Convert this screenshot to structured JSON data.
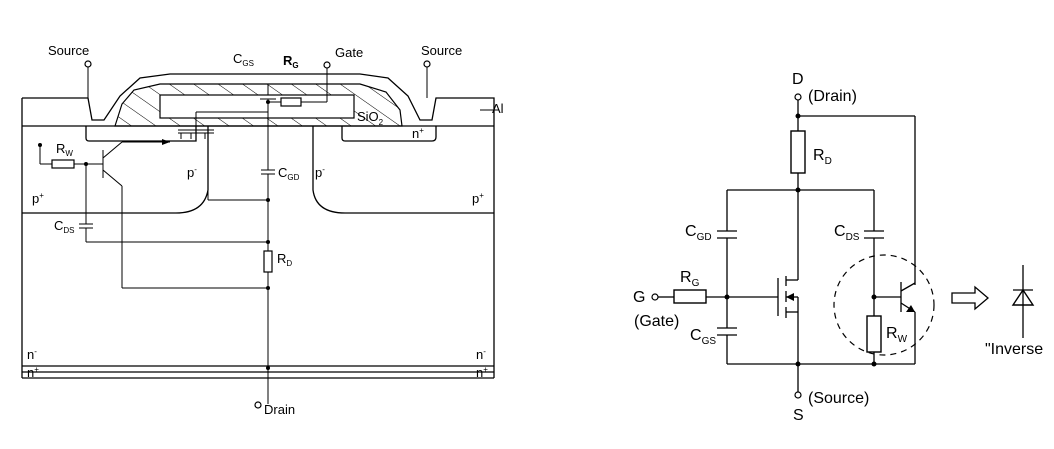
{
  "cross_section": {
    "source_left": "Source",
    "source_right": "Source",
    "gate": "Gate",
    "cgs": {
      "main": "C",
      "sub": "GS"
    },
    "rg": {
      "main": "R",
      "sub": "G"
    },
    "sio2": {
      "main": "SiO",
      "sub": "2"
    },
    "al": "Al",
    "n_plus": {
      "main": "n",
      "sup": "+"
    },
    "rw": {
      "main": "R",
      "sub": "W"
    },
    "p_minus_left": {
      "main": "p",
      "sup": "-"
    },
    "p_minus_right": {
      "main": "p",
      "sup": "-"
    },
    "cgd": {
      "main": "C",
      "sub": "GD"
    },
    "p_plus_left": {
      "main": "p",
      "sup": "+"
    },
    "p_plus_right": {
      "main": "p",
      "sup": "+"
    },
    "cds": {
      "main": "C",
      "sub": "DS"
    },
    "rd": {
      "main": "R",
      "sub": "D"
    },
    "n_minus_left": {
      "main": "n",
      "sup": "-"
    },
    "n_minus_right": {
      "main": "n",
      "sup": "-"
    },
    "n_plus_left": {
      "main": "n",
      "sup": "+"
    },
    "n_plus_right": {
      "main": "n",
      "sup": "+"
    },
    "drain": "Drain"
  },
  "equivalent_circuit": {
    "d_letter": "D",
    "drain_label": "(Drain)",
    "rd": {
      "main": "R",
      "sub": "D"
    },
    "cgd": {
      "main": "C",
      "sub": "GD"
    },
    "cds": {
      "main": "C",
      "sub": "DS"
    },
    "g_letter": "G",
    "rg": {
      "main": "R",
      "sub": "G"
    },
    "gate_label": "(Gate)",
    "cgs": {
      "main": "C",
      "sub": "GS"
    },
    "rw": {
      "main": "R",
      "sub": "W"
    },
    "s_letter": "S",
    "source_label": "(Source)",
    "inverse_label": "\"Inverse"
  }
}
